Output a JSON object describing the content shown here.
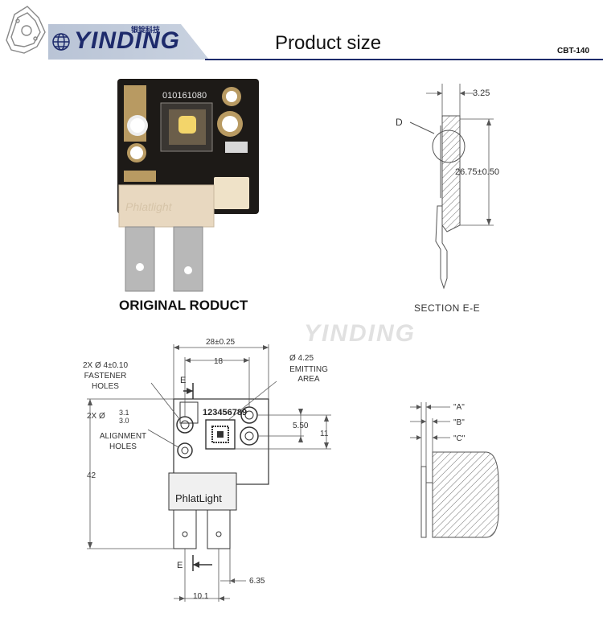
{
  "header": {
    "logo_text": "YINDING",
    "logo_chinese": "银锭科技",
    "title": "Product size",
    "model_code": "CBT-140"
  },
  "photo": {
    "serial_text": "010161080",
    "connector_brand": "Phlatlight",
    "caption": "ORIGINAL RODUCT"
  },
  "section_view": {
    "caption": "SECTION E-E",
    "dim_thickness": "3.25",
    "dim_height": "26.75±0.50",
    "detail_label": "D"
  },
  "drawing": {
    "watermark": "YINDING",
    "dim_overall_width": "28±0.25",
    "dim_hole_spacing": "18",
    "dim_emitter_diameter": "Ø 4.25",
    "emitting_area_label": "EMITTING\nAREA",
    "fastener_label": "2X Ø 4±0.10\nFASTENER\nHOLES",
    "alignment_prefix": "2X Ø",
    "alignment_upper": "3.1",
    "alignment_lower": "3.0",
    "alignment_label": "ALIGNMENT\nHOLES",
    "serial_text": "123456789",
    "connector_brand": "PhlatLight",
    "dim_5_50": "5.50",
    "dim_11": "11",
    "dim_42": "42",
    "dim_6_35": "6.35",
    "dim_10_1": "10.1",
    "section_marker": "E"
  },
  "detail_view": {
    "label_a": "\"A\"",
    "label_b": "\"B\"",
    "label_c": "\"C\""
  }
}
